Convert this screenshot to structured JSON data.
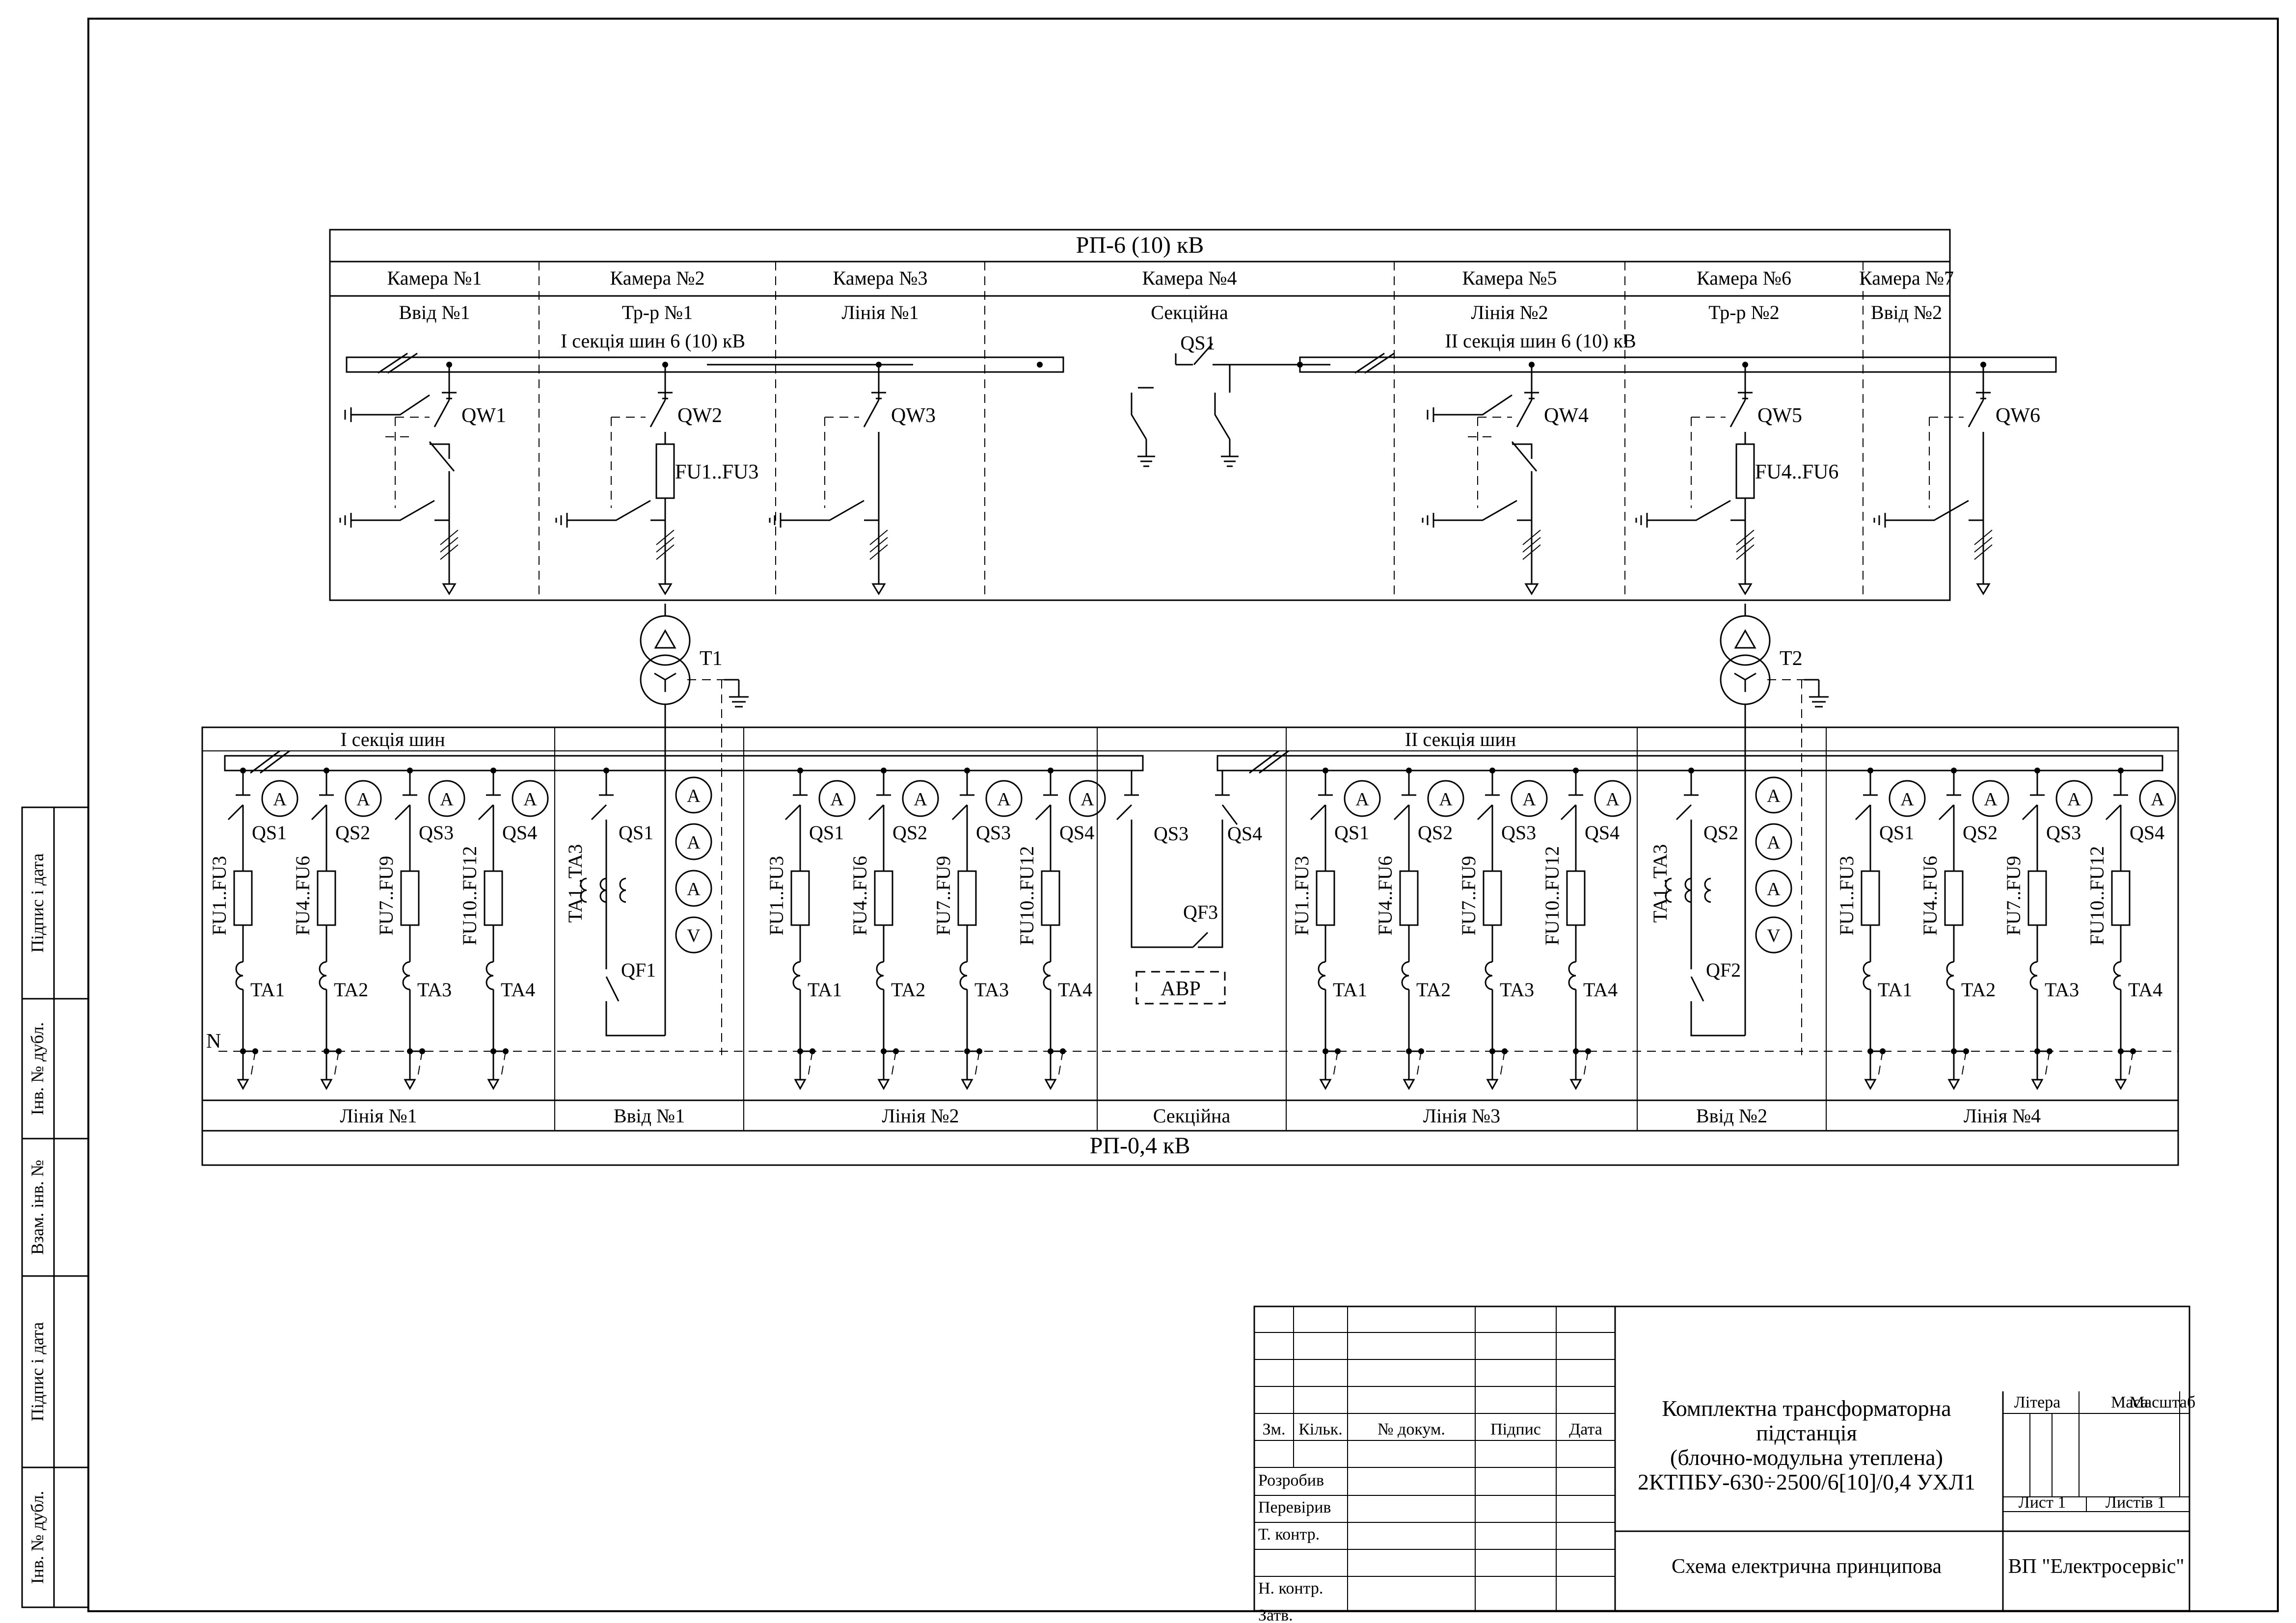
{
  "hv": {
    "title": "РП-6 (10) кВ",
    "cameras": [
      {
        "name": "Камера №1",
        "func": "Ввід №1"
      },
      {
        "name": "Камера №2",
        "func": "Тр-р №1"
      },
      {
        "name": "Камера №3",
        "func": "Лінія №1"
      },
      {
        "name": "Камера №4",
        "func": "Секційна"
      },
      {
        "name": "Камера №5",
        "func": "Лінія №2"
      },
      {
        "name": "Камера №6",
        "func": "Тр-р №2"
      },
      {
        "name": "Камера №7",
        "func": "Ввід №2"
      }
    ],
    "bus1": "І секція шин  6 (10) кВ",
    "bus2": "ІІ секція шин  6 (10) кВ",
    "sec_switch": "QS1",
    "switches": [
      "QW1",
      "QW2",
      "QW3",
      "QW4",
      "QW5",
      "QW6"
    ],
    "fuses": [
      "FU1..FU3",
      "FU4..FU6"
    ]
  },
  "transformers": [
    "T1",
    "T2"
  ],
  "lv": {
    "title": "РП-0,4 кВ",
    "bus1": "І секція шин",
    "bus2": "ІІ секція шин",
    "neutral": "N",
    "sections": [
      "Лінія №1",
      "Ввід №1",
      "Лінія №2",
      "Секційна",
      "Лінія №3",
      "Ввід №2",
      "Лінія №4"
    ],
    "qs": [
      "QS1",
      "QS2",
      "QS3",
      "QS4"
    ],
    "fu": [
      "FU1..FU3",
      "FU4..FU6",
      "FU7..FU9",
      "FU10..FU12"
    ],
    "ta": [
      "TA1",
      "TA2",
      "TA3",
      "TA4"
    ],
    "ammeter": "A",
    "voltmeter": "V",
    "input1": {
      "qs": "QS1",
      "ta": "TA1..TA3",
      "qf": "QF1"
    },
    "input2": {
      "qs": "QS2",
      "ta": "TA1..TA3",
      "qf": "QF2"
    },
    "sectional": {
      "qs3": "QS3",
      "qs4": "QS4",
      "qf": "QF3",
      "avr": "АВР"
    }
  },
  "margin_labels": [
    "Підпис і дата",
    "Інв. № дубл.",
    "Взам. інв. №",
    "Підпис і дата",
    "Інв. № дубл."
  ],
  "stamp": {
    "col_headers": [
      "Зм.",
      "Кільк.",
      "№ докум.",
      "Підпис",
      "Дата"
    ],
    "roles": [
      "Розробив",
      "Перевірив",
      "Т. контр.",
      "",
      "Н. контр.",
      "Затв."
    ],
    "title_lines": [
      "Комплектна трансформаторна",
      "підстанція",
      "(блочно-модульна утеплена)",
      "2КТПБУ-630÷2500/6[10]/0,4 УХЛ1"
    ],
    "doc_name": "Схема електрична принципова",
    "litera": "Літера",
    "mass": "Маса",
    "scale": "Масштаб",
    "sheet": "Лист 1",
    "sheets": "Листів 1",
    "company": "ВП \"Електросервіс\""
  }
}
